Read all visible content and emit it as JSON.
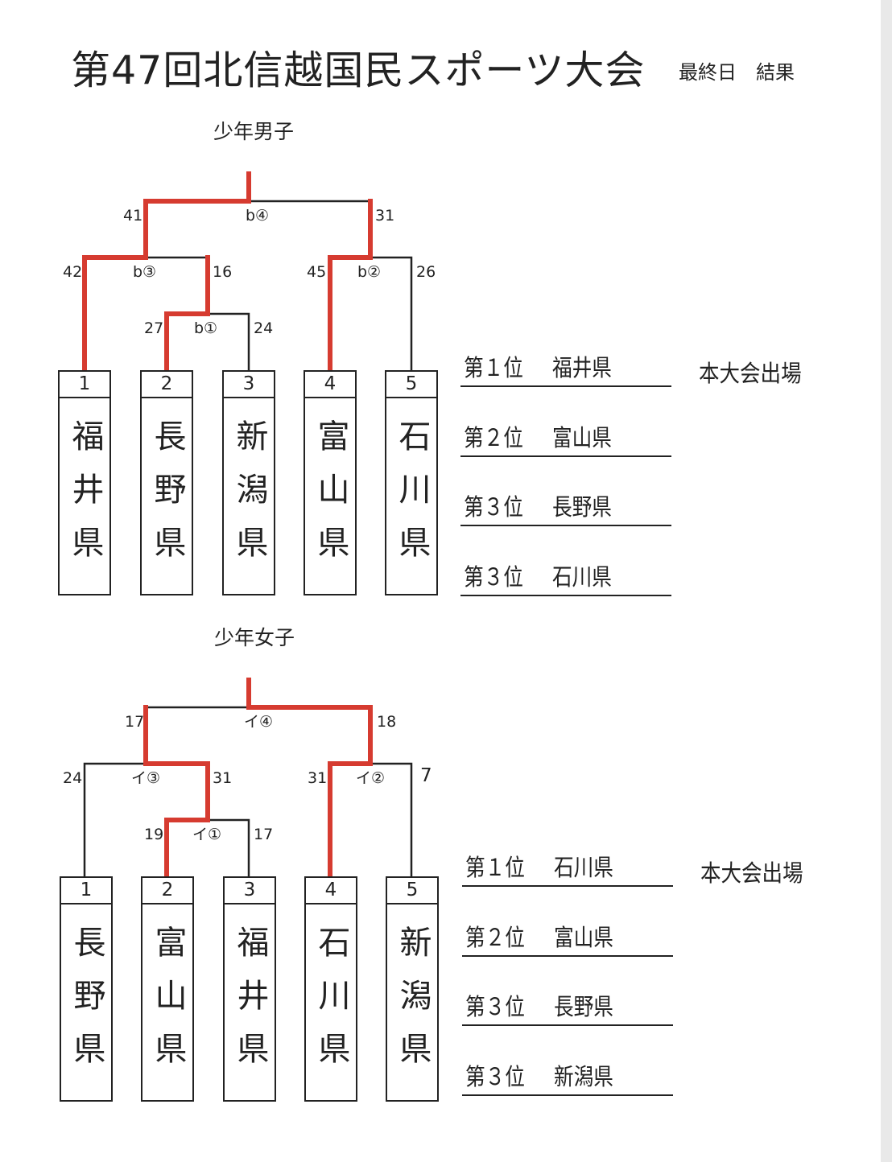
{
  "header": {
    "title": "第47回北信越国民スポーツ大会",
    "subtitle": "最終日　結果"
  },
  "colors": {
    "line": "#222222",
    "winner": "#d63b30",
    "background": "#ffffff"
  },
  "brackets": [
    {
      "label": "少年男子",
      "teams": [
        {
          "seed": "1",
          "name": "福井県"
        },
        {
          "seed": "2",
          "name": "長野県"
        },
        {
          "seed": "3",
          "name": "新潟県"
        },
        {
          "seed": "4",
          "name": "富山県"
        },
        {
          "seed": "5",
          "name": "石川県"
        }
      ],
      "matches": {
        "m1": {
          "id": "b①",
          "left_score": "27",
          "right_score": "24"
        },
        "m2": {
          "id": "b②",
          "left_score": "45",
          "right_score": "26"
        },
        "m3": {
          "id": "b③",
          "left_score": "42",
          "right_score": "16"
        },
        "m4": {
          "id": "b④",
          "left_score": "41",
          "right_score": "31"
        }
      },
      "rankings": [
        {
          "place": "第１位",
          "team": "福井県"
        },
        {
          "place": "第２位",
          "team": "富山県"
        },
        {
          "place": "第３位",
          "team": "長野県"
        },
        {
          "place": "第３位",
          "team": "石川県"
        }
      ],
      "note": "本大会出場"
    },
    {
      "label": "少年女子",
      "teams": [
        {
          "seed": "1",
          "name": "長野県"
        },
        {
          "seed": "2",
          "name": "富山県"
        },
        {
          "seed": "3",
          "name": "福井県"
        },
        {
          "seed": "4",
          "name": "石川県"
        },
        {
          "seed": "5",
          "name": "新潟県"
        }
      ],
      "matches": {
        "m1": {
          "id": "イ①",
          "left_score": "19",
          "right_score": "17"
        },
        "m2": {
          "id": "イ②",
          "left_score": "31",
          "right_score": "7"
        },
        "m3": {
          "id": "イ③",
          "left_score": "24",
          "right_score": "31"
        },
        "m4": {
          "id": "イ④",
          "left_score": "17",
          "right_score": "18"
        }
      },
      "rankings": [
        {
          "place": "第１位",
          "team": "石川県"
        },
        {
          "place": "第２位",
          "team": "富山県"
        },
        {
          "place": "第３位",
          "team": "長野県"
        },
        {
          "place": "第３位",
          "team": "新潟県"
        }
      ],
      "note": "本大会出場"
    }
  ]
}
